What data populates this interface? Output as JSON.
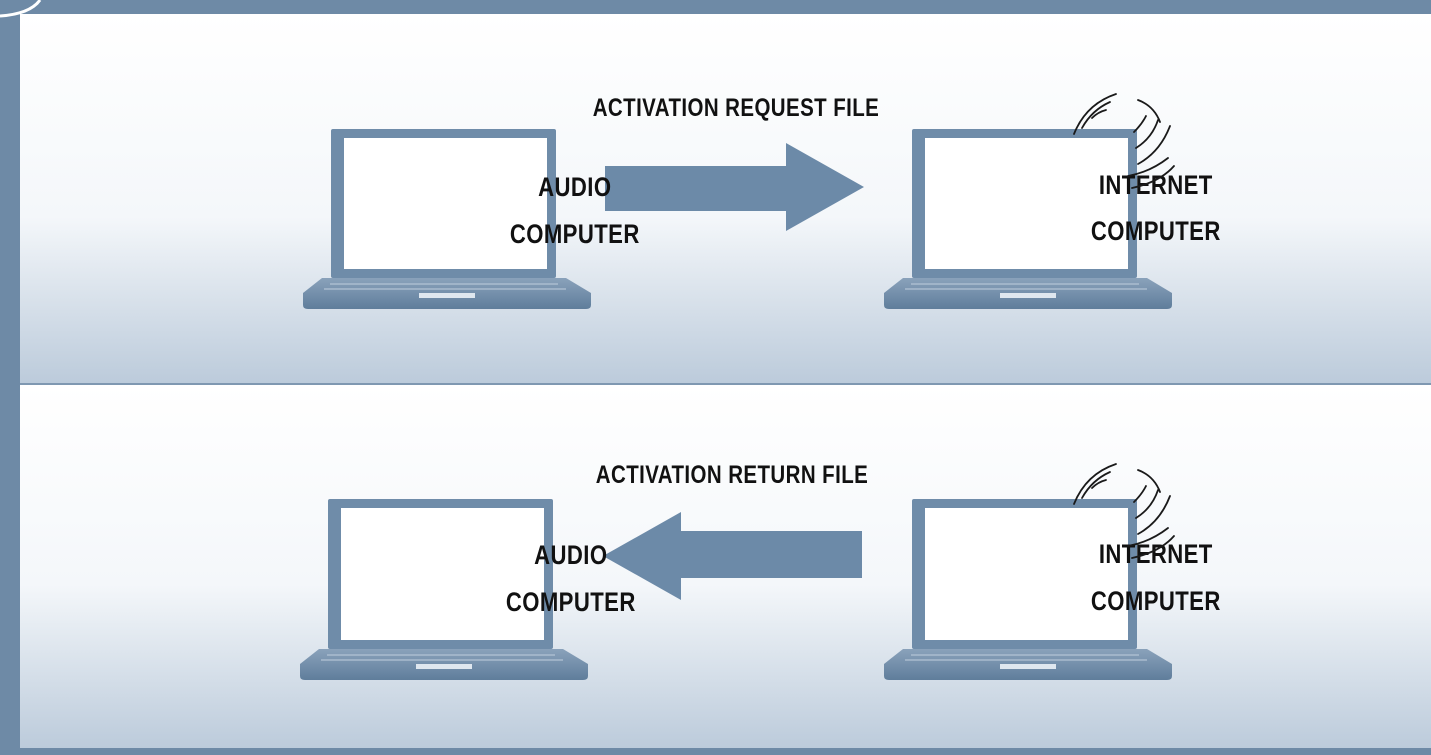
{
  "colors": {
    "frame": "#6e8aa6",
    "arrow": "#6c8aa8",
    "laptop_body": "#6f8ca9",
    "panel_top": "#ffffff",
    "panel_bottom": "#bccbdb",
    "text": "#111111"
  },
  "icons": {
    "signal": "wireless-signal-icon",
    "laptop": "laptop-icon",
    "right_arrow": "right-arrow-icon",
    "left_arrow": "left-arrow-icon"
  },
  "top": {
    "file_label": "ACTIVATION REQUEST FILE",
    "left_laptop": {
      "line1": "AUDIO",
      "line2": "COMPUTER"
    },
    "right_laptop": {
      "line1": "INTERNET",
      "line2": "COMPUTER"
    }
  },
  "bottom": {
    "file_label": "ACTIVATION RETURN FILE",
    "left_laptop": {
      "line1": "AUDIO",
      "line2": "COMPUTER"
    },
    "right_laptop": {
      "line1": "INTERNET",
      "line2": "COMPUTER"
    }
  }
}
